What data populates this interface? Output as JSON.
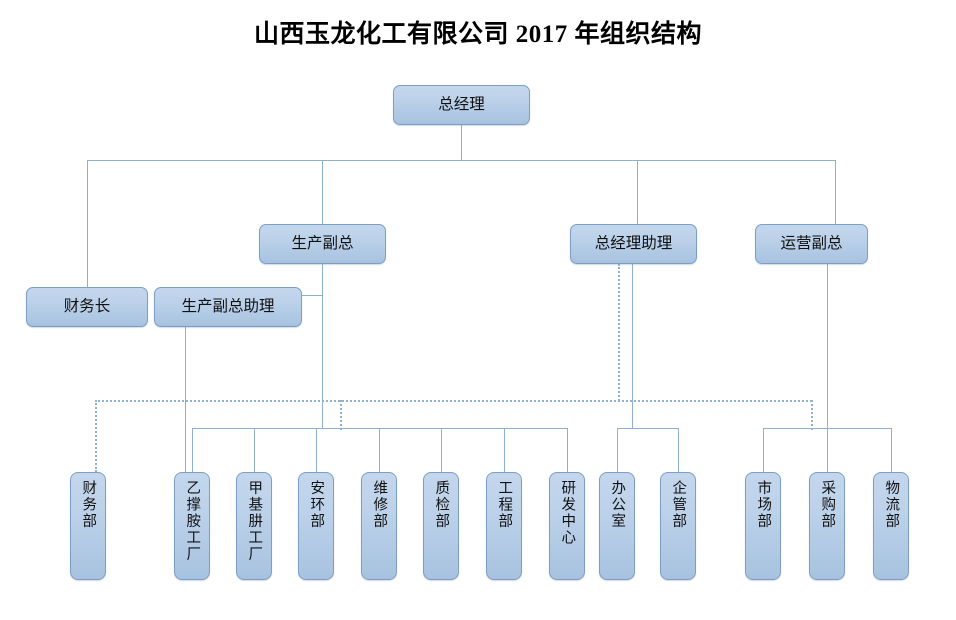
{
  "title": "山西玉龙化工有限公司 2017 年组织结构",
  "colors": {
    "box_fill_top": "#c3d6ec",
    "box_fill_bottom": "#a7c2e0",
    "box_border": "#7d9fc4",
    "connector": "#8fb0cf",
    "text": "#111111",
    "title_text": "#000000",
    "background": "#ffffff"
  },
  "nodes": {
    "gm": {
      "label": "总经理"
    },
    "prod_vp": {
      "label": "生产副总"
    },
    "gm_assistant": {
      "label": "总经理助理"
    },
    "ops_vp": {
      "label": "运营副总"
    },
    "cfo": {
      "label": "财务长"
    },
    "prod_vp_assistant": {
      "label": "生产副总助理"
    }
  },
  "departments": [
    {
      "id": "finance",
      "label": "财务部"
    },
    {
      "id": "ea-plant",
      "label": "乙撑胺工厂"
    },
    {
      "id": "mh-plant",
      "label": "甲基肼工厂"
    },
    {
      "id": "safety-env",
      "label": "安环部"
    },
    {
      "id": "maintenance",
      "label": "维修部"
    },
    {
      "id": "qc",
      "label": "质检部"
    },
    {
      "id": "engineering",
      "label": "工程部"
    },
    {
      "id": "rnd-center",
      "label": "研发中心"
    },
    {
      "id": "office",
      "label": "办公室"
    },
    {
      "id": "corp-mgmt",
      "label": "企管部"
    },
    {
      "id": "marketing",
      "label": "市场部"
    },
    {
      "id": "purchasing",
      "label": "采购部"
    },
    {
      "id": "logistics",
      "label": "物流部"
    }
  ]
}
